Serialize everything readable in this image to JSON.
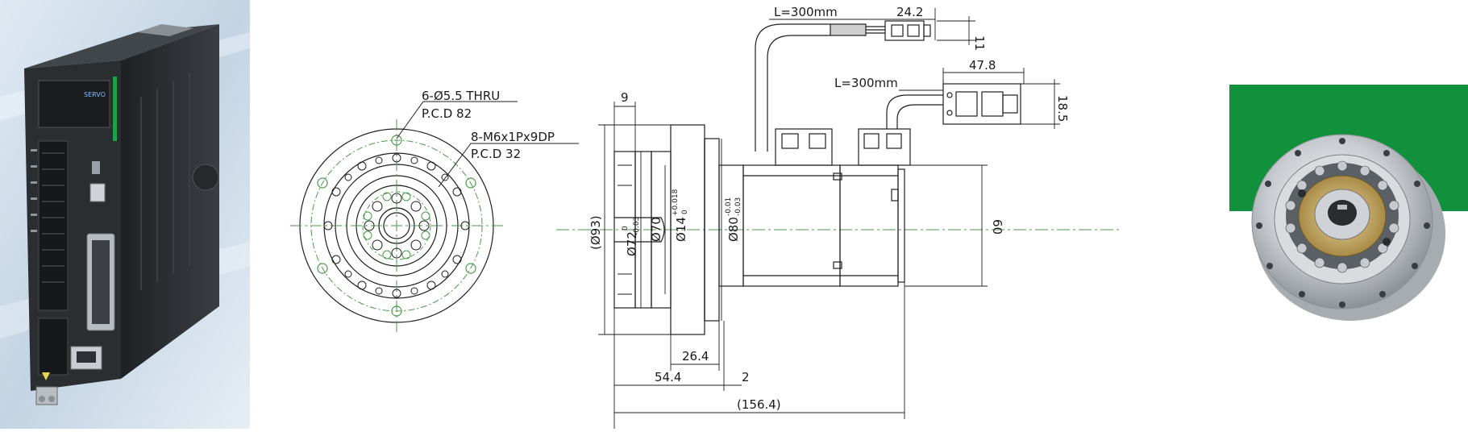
{
  "drawing": {
    "front_view": {
      "thru_holes": "6-Ø5.5 THRU",
      "thru_pcd": "P.C.D 82",
      "tapped_holes": "8-M6x1Px9DP",
      "tapped_pcd": "P.C.D 32"
    },
    "side_view": {
      "cable_length_top": "L=300mm",
      "cable_length_mid": "L=300mm",
      "connector_len_top": "24.2",
      "connector_h_top": "11",
      "connector_len_mid": "47.8",
      "connector_h_mid": "18.5",
      "flange_thickness": "9",
      "dia_outer_ref": "(Ø93)",
      "dia_72": "Ø72",
      "dia_72_tol_upper": "0",
      "dia_72_tol_lower": "-0.03",
      "dia_70": "Ø70",
      "dia_14": "Ø14",
      "dia_14_tol_upper": "+0.018",
      "dia_14_tol_lower": "0",
      "dia_80": "Ø80",
      "dia_80_tol_upper": "-0.01",
      "dia_80_tol_lower": "-0.03",
      "body_square": "60",
      "len_26_4": "26.4",
      "len_54_4": "54.4",
      "len_2": "2",
      "total_length": "(156.4)"
    }
  },
  "colors": {
    "line": "#1f1f1f",
    "centerline": "#4a9a4a",
    "green_accent": "#12913c",
    "servo_body": "#2b2e30",
    "servo_bg": "#c8d8e6"
  }
}
